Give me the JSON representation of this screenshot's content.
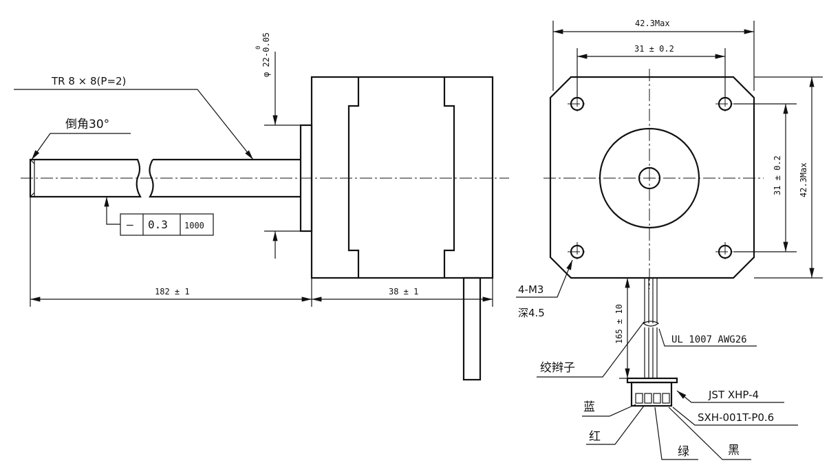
{
  "side_view": {
    "thread_label": "TR 8 × 8(P=2)",
    "chamfer_label": "倒角30°",
    "diameter_label": "φ 22-0.05",
    "diameter_upper_tol": "0",
    "tolerance_box": {
      "symbol": "—",
      "value": "0.3",
      "length": "1000"
    },
    "length_screw": "182 ± 1",
    "length_body": "38 ± 1"
  },
  "front_view": {
    "width_max": "42.3Max",
    "hole_spacing_top": "31 ± 0.2",
    "hole_spacing_side": "31 ± 0.2",
    "height_max": "42.3Max",
    "holes_label": "4-M3",
    "depth_label": "深4.5",
    "lead_length": "165 ± 10",
    "wire_label": "UL 1007 AWG26",
    "braid_label": "绞辫子",
    "connector_label": "JST XHP-4",
    "terminal_label": "SXH-001T-P0.6",
    "wire_colors": {
      "blue": "蓝",
      "red": "红",
      "green": "绿",
      "black": "黑"
    }
  }
}
